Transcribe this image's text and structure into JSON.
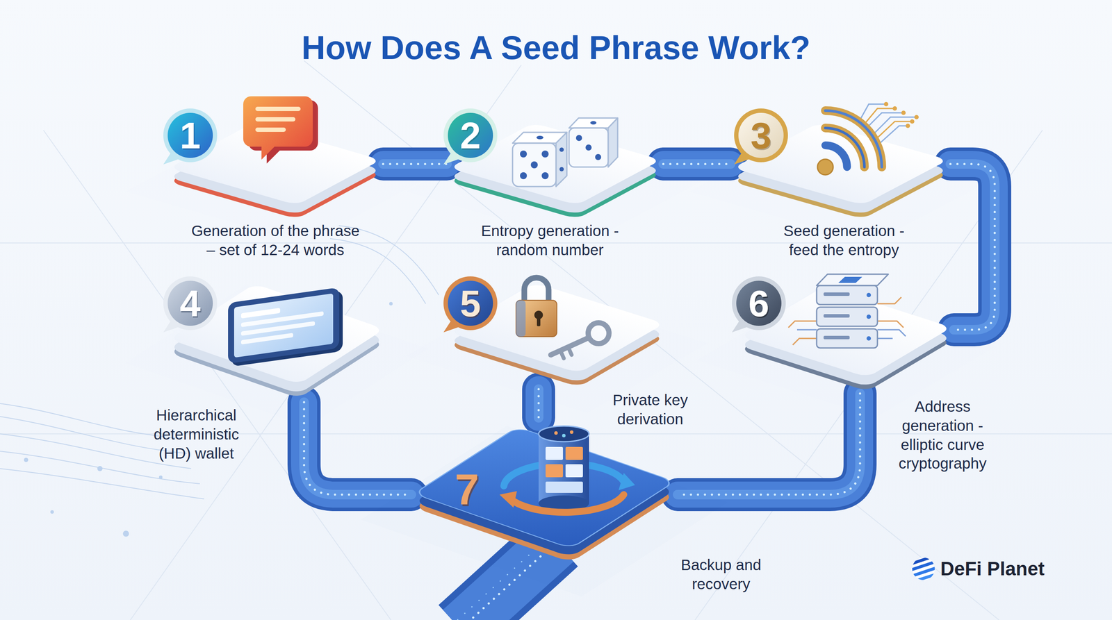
{
  "diagram": {
    "title": "How Does A Seed Phrase Work?",
    "nodes": [
      {
        "text": [
          "1",
          "Generation of the phrase – set of 12-24 words"
        ]
      },
      {
        "text": [
          "2",
          "Entropy generation - random number"
        ]
      },
      {
        "text": [
          "3",
          "Seed generation - feed the entropy"
        ]
      },
      {
        "text": [
          "4",
          "Hierarchical deterministic (HD) wallet"
        ]
      },
      {
        "text": [
          "5",
          "Private key derivation"
        ]
      },
      {
        "text": [
          "6",
          "Address generation - elliptic curve cryptography"
        ]
      },
      {
        "text": [
          "7",
          "Backup and recovery"
        ]
      }
    ],
    "edges": [
      {
        "from": 0,
        "to": 1,
        "arrow": "none"
      },
      {
        "from": 1,
        "to": 2,
        "arrow": "none"
      },
      {
        "from": 2,
        "to": 5,
        "arrow": "none"
      },
      {
        "from": 3,
        "to": 6,
        "arrow": "none"
      },
      {
        "from": 4,
        "to": 6,
        "arrow": "none"
      },
      {
        "from": 5,
        "to": 6,
        "arrow": "none"
      }
    ],
    "labels": [
      "DeFi Planet"
    ]
  }
}
